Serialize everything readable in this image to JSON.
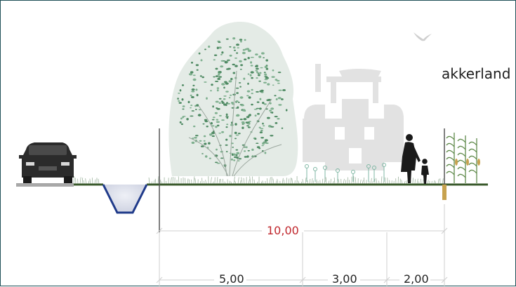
{
  "labels": {
    "landuse": "akkerland",
    "total_width": "10,00",
    "segments": [
      "5,00",
      "3,00",
      "2,00"
    ]
  },
  "colors": {
    "frame": "#1f4f57",
    "ground": "#3a5a2c",
    "ditch": "#1f3a8a",
    "total_dimension": "#c0272d",
    "vegetation": "#4f8a63"
  },
  "icons": [
    "car-icon",
    "tree-icon",
    "tractor-icon",
    "pedestrian-icon",
    "corn-icon",
    "bird-icon"
  ]
}
